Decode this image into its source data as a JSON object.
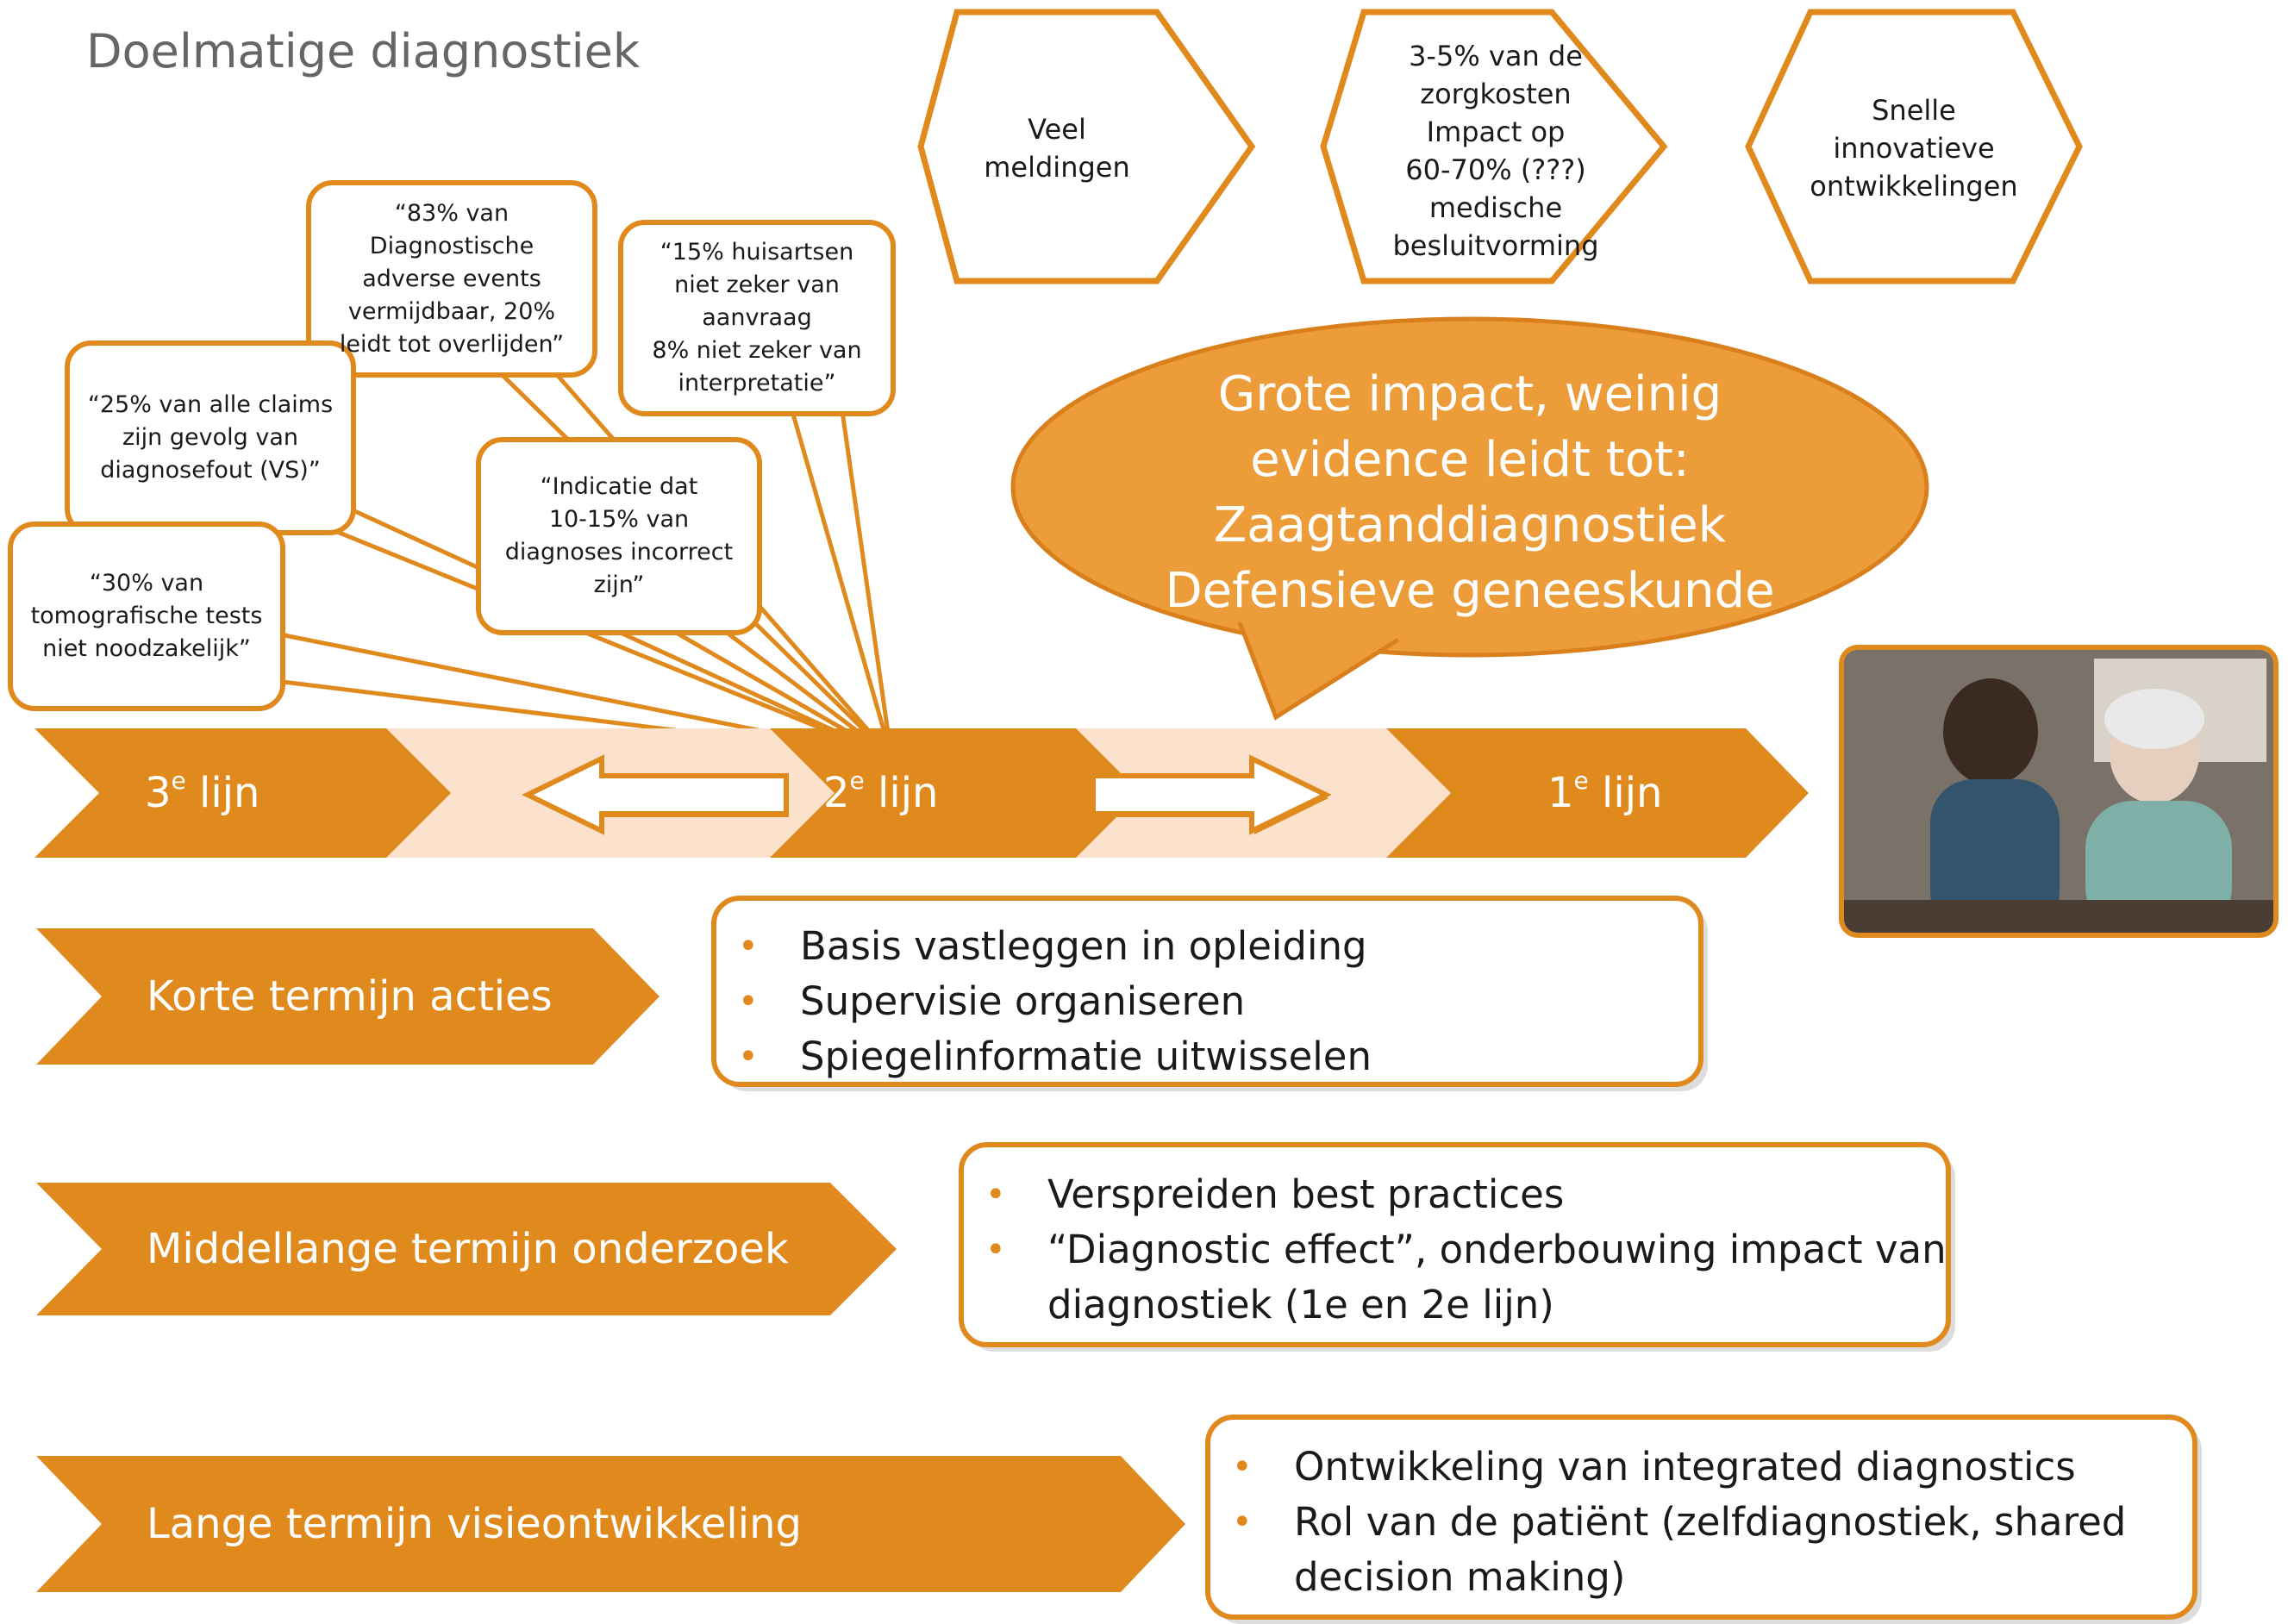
{
  "title": "Doelmatige diagnostiek",
  "hexagons": [
    {
      "text": "Veel\nmeldingen"
    },
    {
      "text": "3-5% van de\nzorgkosten\nImpact op\n60-70% (???)\nmedische\nbesluitvorming"
    },
    {
      "text": "Snelle\ninnovatieve\nontwikkelingen"
    }
  ],
  "callouts": [
    {
      "text": "“83% van\nDiagnostische\nadverse events\nvermijdbaar, 20%\nleidt tot overlijden”"
    },
    {
      "text": "“15% huisartsen\nniet zeker van\naanvraag\n8% niet zeker van\ninterpretatie”"
    },
    {
      "text": "“25% van alle claims\nzijn gevolg van\ndiagnosefout (VS)”"
    },
    {
      "text": "“Indicatie dat\n10-15% van\ndiagnoses incorrect\nzijn”"
    },
    {
      "text": "“30% van\ntomografische tests\nniet noodzakelijk”"
    }
  ],
  "big_bubble": {
    "lines": [
      "Grote impact, weinig",
      "evidence leidt tot:",
      "Zaagtanddiagnostiek",
      "Defensieve geneeskunde"
    ]
  },
  "lijn_band": {
    "left": {
      "num": "3",
      "sup": "e",
      "word": "lijn"
    },
    "mid": {
      "num": "2",
      "sup": "e",
      "word": "lijn"
    },
    "right": {
      "num": "1",
      "sup": "e",
      "word": "lijn"
    }
  },
  "rows": [
    {
      "label": "Korte termijn acties",
      "bullets": [
        "Basis vastleggen in opleiding",
        "Supervisie organiseren",
        "Spiegelinformatie uitwisselen"
      ]
    },
    {
      "label": "Middellange termijn onderzoek",
      "bullets": [
        "Verspreiden best practices",
        "“Diagnostic effect”, onderbouwing impact van",
        "diagnostiek (1e en 2e lijn)"
      ]
    },
    {
      "label": "Lange termijn visieontwikkeling",
      "bullets": [
        "Ontwikkeling van integrated diagnostics",
        "Rol van de patiënt (zelfdiagnostiek, shared",
        "decision making)"
      ]
    }
  ],
  "colors": {
    "accent": "#E08A1E",
    "bubble": "#ED9C3A",
    "pale": "#FCE1CC"
  }
}
